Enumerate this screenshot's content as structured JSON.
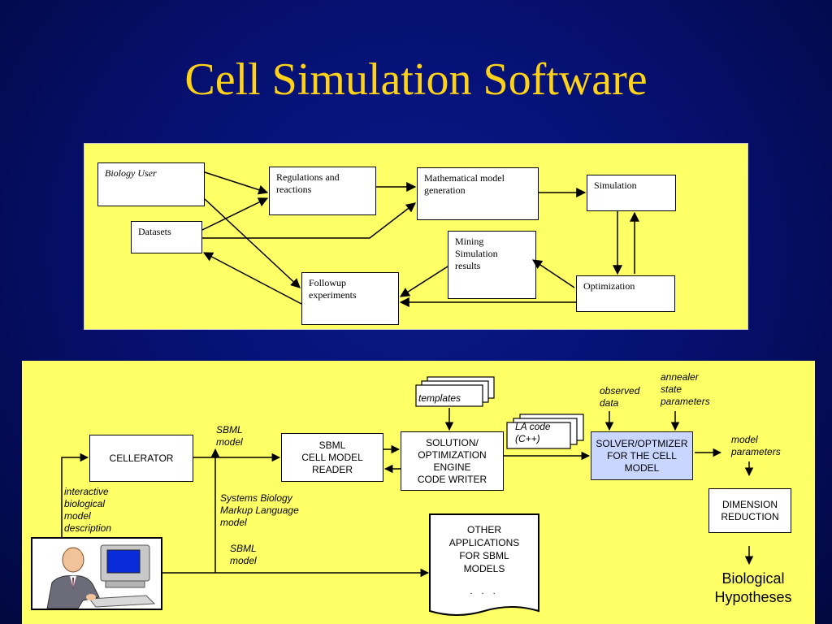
{
  "title": "Cell Simulation Software",
  "top_diagram": {
    "biology_user": "Biology User",
    "datasets": "Datasets",
    "regulations": "Regulations and\nreactions",
    "math_model": "Mathematical model\ngeneration",
    "simulation": "Simulation",
    "mining": "Mining\nSimulation\nresults",
    "followup": "Followup\nexperiments",
    "optimization": "Optimization"
  },
  "bottom_diagram": {
    "cellerator": "CELLERATOR",
    "sbml_reader": "SBML\nCELL MODEL\nREADER",
    "solution_engine": "SOLUTION/\nOPTIMIZATION\nENGINE\nCODE WRITER",
    "solver": "SOLVER/OPTMIZER\nFOR THE CELL\nMODEL",
    "dimension_reduction": "DIMENSION\nREDUCTION",
    "other_apps": "OTHER\nAPPLICATIONS\nFOR SBML\nMODELS",
    "other_apps_dots": ". . .",
    "templates": "templates",
    "la_code": "LA code\n(C++)",
    "observed_data": "observed\ndata",
    "annealer": "annealer\nstate\nparameters",
    "model_parameters": "model\nparameters",
    "sbml_model_1": "SBML\nmodel",
    "sbml_model_2": "SBML\nmodel",
    "systems_biology": "Systems Biology\nMarkup Language\nmodel",
    "interactive": "interactive\nbiological\nmodel\ndescription",
    "bio_hypotheses": "Biological\nHypotheses",
    "user_icon": "user-at-computer-icon"
  }
}
